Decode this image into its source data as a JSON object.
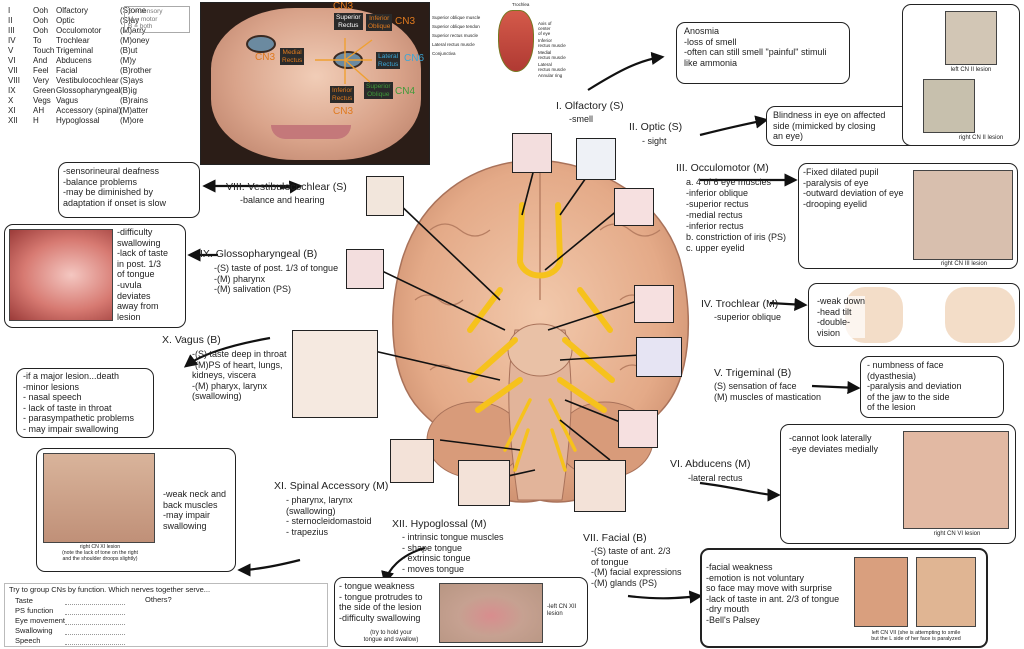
{
  "mnemonic": {
    "numerals": [
      "I",
      "II",
      "III",
      "IV",
      "V",
      "VI",
      "VII",
      "VIII",
      "IX",
      "X",
      "XI",
      "XII"
    ],
    "words1": [
      "Ooh",
      "Ooh",
      "Ooh",
      "To",
      "Touch",
      "And",
      "Feel",
      "Very",
      "Green",
      "Vegs",
      "AH",
      "H"
    ],
    "nerves": [
      "Olfactory",
      "Optic",
      "Occulomotor",
      "Trochlear",
      "Trigeminal",
      "Abducens",
      "Facial",
      "Vestibulocochlear",
      "Glossopharyngeal",
      "Vagus",
      "Accessory (spinal)",
      "Hypoglossal"
    ],
    "words2": [
      "(S)ome",
      "(S)ay",
      "(M)arry",
      "(M)oney",
      "(B)ut",
      "(M)y",
      "(B)rother",
      "(S)ays",
      "(B)ig",
      "(B)rains",
      "(M)atter",
      "(M)ore"
    ],
    "legend": "S = sensory\nM = motor\nB = both"
  },
  "eye_diagram": {
    "cn3_top": "CN3",
    "cn3_right": "CN3",
    "cn3_left": "CN3",
    "cn3_bottom": "CN3",
    "cn6": "CN6",
    "cn4": "CN4",
    "superior_rectus": "Superior\nRectus",
    "inferior_oblique": "Inferior\nOblique",
    "medial_rectus": "Medial\nRectus",
    "lateral_rectus": "Lateral\nRectus",
    "inferior_rectus": "Inferior\nRectus",
    "superior_oblique": "Superior\nOblique"
  },
  "eye_anatomy_labels": {
    "trochlea": "Trochlea",
    "left": [
      "Superior oblique muscle",
      "Superior oblique tendon",
      "Superior rectus muscle",
      "Lateral rectus muscle",
      "Conjunctiva"
    ],
    "right": [
      "Axis of\ncenter\nof eye",
      "Inferior\nrectus muscle",
      "Medial\nrectus muscle",
      "Lateral\nrectus muscle",
      "Annular ring"
    ]
  },
  "nerves": {
    "olfactory": {
      "title": "I. Olfactory (S)",
      "desc": "-smell"
    },
    "optic": {
      "title": "II. Optic (S)",
      "desc": "- sight"
    },
    "occulomotor": {
      "title": "III. Occulomotor (M)",
      "desc": "a. 4 of 6 eye muscles\n    -inferior oblique\n    -superior rectus\n    -medial rectus\n    -inferior rectus\nb. constriction of iris (PS)\nc. upper eyelid"
    },
    "trochlear": {
      "title": "IV. Trochlear (M)",
      "desc": "-superior oblique"
    },
    "trigeminal": {
      "title": "V. Trigeminal (B)",
      "desc": "(S) sensation of face\n(M) muscles of mastication"
    },
    "abducens": {
      "title": "VI. Abducens (M)",
      "desc": "-lateral rectus"
    },
    "facial": {
      "title": "VII. Facial (B)",
      "desc": "-(S) taste of ant. 2/3\n    of tongue\n-(M) facial expressions\n-(M) glands (PS)"
    },
    "vestibulocochlear": {
      "title": "VIII. Vestibulocochlear (S)",
      "desc": "-balance and hearing"
    },
    "glossopharyngeal": {
      "title": "IX. Glossopharyngeal (B)",
      "desc": "-(S) taste of post. 1/3 of tongue\n-(M) pharynx\n-(M) salivation (PS)"
    },
    "vagus": {
      "title": "X. Vagus (B)",
      "desc": "-(S) taste deep in throat\n-(M)PS of heart, lungs,\n    kidneys, viscera\n-(M) pharyx, larynx\n    (swallowing)"
    },
    "spinal_accessory": {
      "title": "XI. Spinal Accessory (M)",
      "desc": "- pharynx, larynx\n    (swallowing)\n- sternocleidomastoid\n- trapezius"
    },
    "hypoglossal": {
      "title": "XII. Hypoglossal (M)",
      "desc": "- intrinsic tongue muscles\n    - shape tongue\n- extrinsic tongue\n    - moves tongue"
    }
  },
  "lesions": {
    "olfactory": "Anosmia\n  -loss of smell\n  -often can still smell \"painful\" stimuli\n    like ammonia",
    "optic": "Blindness in eye on affected\nside (mimicked by closing\nan eye)",
    "optic_cap_left": "left CN II lesion",
    "optic_cap_right": "right CN II lesion",
    "occulomotor": "-Fixed dilated pupil\n-paralysis of eye\n-outward deviation of eye\n-drooping eyelid",
    "occulomotor_cap": "right CN III lesion",
    "trochlear": "-weak down\n-head tilt\n-double-\n  vision",
    "trigeminal": "- numbness of face\n  (dyasthesia)\n-paralysis and deviation\n of the jaw to the side\n of the lesion",
    "abducens": "-cannot look laterally\n-eye deviates medially",
    "abducens_cap": "right CN VI lesion",
    "facial": "-facial weakness\n  -emotion is not voluntary\n    so face may move with surprise\n-lack of taste in ant. 2/3 of tongue\n-dry mouth\n-Bell's Palsey",
    "facial_cap": "left CN VII (she is attempting to smile\nbut the L side of her face is paralyzed",
    "vestibulocochlear": "-sensorineural deafness\n-balance problems\n   -may be diminished by\n    adaptation if onset is slow",
    "glossopharyngeal": "-difficulty\n  swallowing\n-lack of taste\n  in post. 1/3\n  of tongue\n-uvula\n  deviates\n  away from\n  lesion",
    "vagus": "-if a major lesion...death\n-minor lesions\n  - nasal speech\n  - lack of taste in throat\n  - parasympathetic problems\n  - may impair swallowing",
    "spinal_accessory": "-weak neck and\n back muscles\n-may impair\n swallowing",
    "spinal_accessory_cap": "right CN XI lesion\n(note the lack of tone on the right\nand the shoulder droops slightly)",
    "hypoglossal": "- tongue weakness\n- tongue protrudes to\n  the side of the lesion\n-difficulty swallowing",
    "hypoglossal_note": "(try to hold your\ntongue and swallow)",
    "hypoglossal_cap": "-left CN XII\nlesion"
  },
  "quiz": {
    "prompt": "Try to group CNs by function. Which nerves together serve...",
    "items": [
      "Taste",
      "PS function",
      "Eye movement",
      "Swallowing",
      "Speech"
    ],
    "others": "Others?"
  },
  "colors": {
    "nerve_yellow": "#f6c21c",
    "brain": "#eab89a",
    "cn_orange": "#e07a1e",
    "cn_blue": "#3aa7d8",
    "cn_green": "#3f9b3a",
    "ink": "#222222"
  }
}
